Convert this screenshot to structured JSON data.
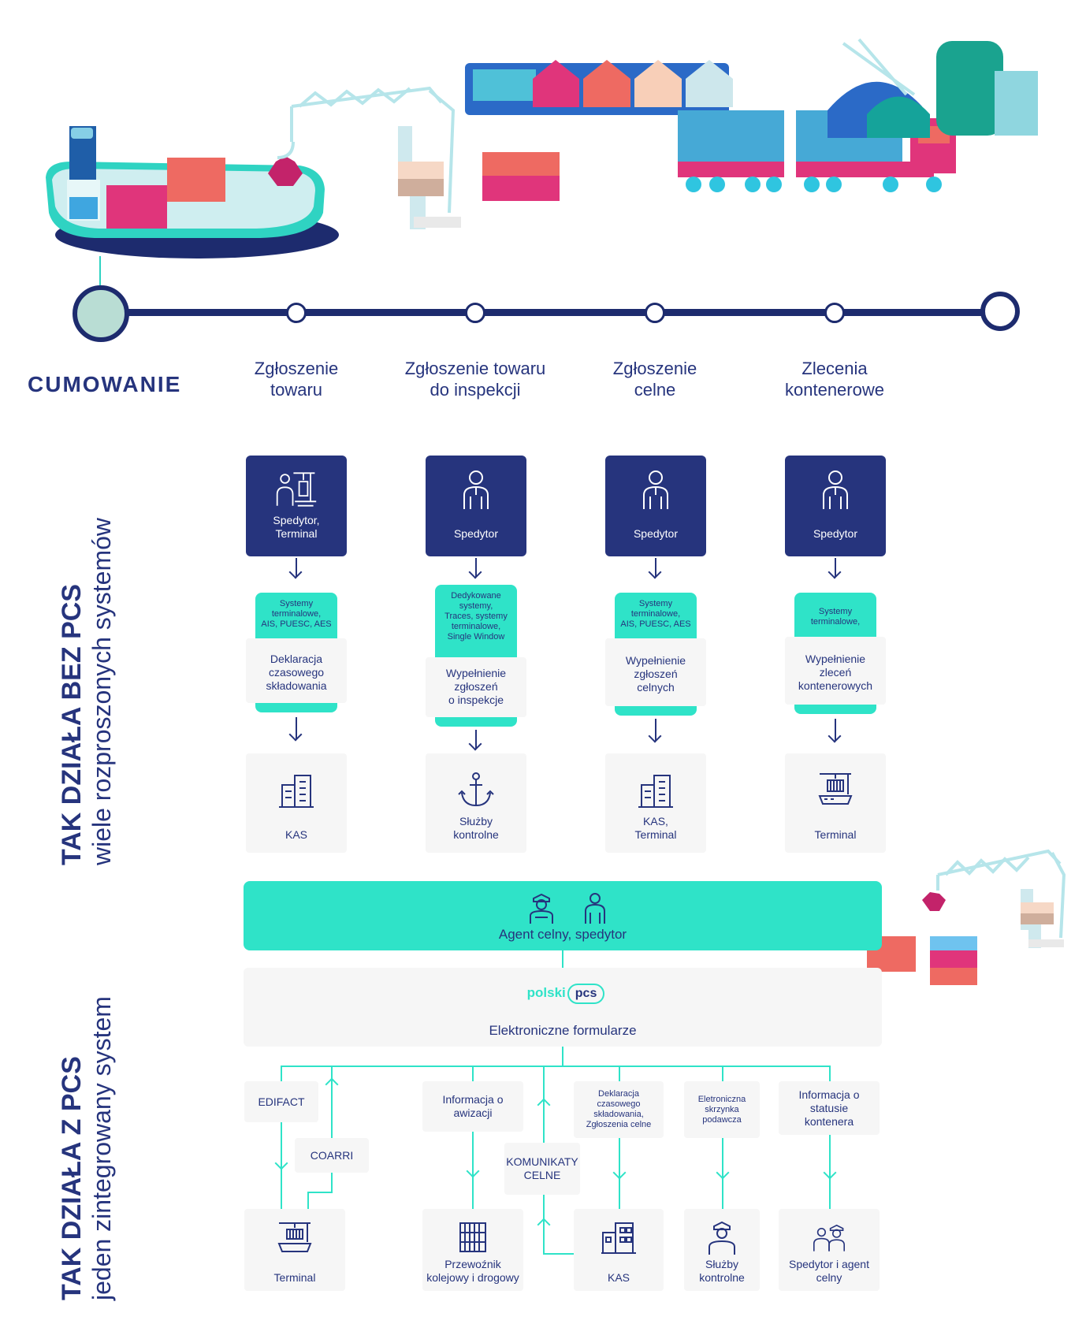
{
  "timeline": {
    "start_label": "CUMOWANIE",
    "steps": [
      {
        "label_l1": "Zgłoszenie",
        "label_l2": "towaru"
      },
      {
        "label_l1": "Zgłoszenie towaru",
        "label_l2": "do inspekcji"
      },
      {
        "label_l1": "Zgłoszenie",
        "label_l2": "celne"
      },
      {
        "label_l1": "Zlecenia",
        "label_l2": "kontenerowe"
      }
    ]
  },
  "section_no_pcs": {
    "title_bold": "TAK DZIAŁA BEZ PCS",
    "title_light": "wiele rozproszonych systemów",
    "columns": [
      {
        "actor_l1": "Spedytor,",
        "actor_l2": "Terminal",
        "actor_icon": "forwarder-terminal-icon",
        "system_lines": [
          "Systemy",
          "terminalowe,",
          "AIS, PUESC, AES"
        ],
        "doc_lines": [
          "Deklaracja",
          "czasowego",
          "składowania"
        ],
        "dest_lines": [
          "KAS"
        ],
        "dest_icon": "office-building-icon"
      },
      {
        "actor_l1": "Spedytor",
        "actor_l2": "",
        "actor_icon": "person-icon",
        "system_lines": [
          "Dedykowane",
          "systemy,",
          "Traces, systemy",
          "terminalowe,",
          "Single Window"
        ],
        "doc_lines": [
          "Wypełnienie",
          "zgłoszeń",
          "o inspekcje"
        ],
        "dest_lines": [
          "Służby",
          "kontrolne"
        ],
        "dest_icon": "anchor-icon"
      },
      {
        "actor_l1": "Spedytor",
        "actor_l2": "",
        "actor_icon": "person-icon",
        "system_lines": [
          "Systemy",
          "terminalowe,",
          "AIS, PUESC, AES"
        ],
        "doc_lines": [
          "Wypełnienie",
          "zgłoszeń",
          "celnych"
        ],
        "dest_lines": [
          "KAS,",
          "Terminal"
        ],
        "dest_icon": "office-building-icon"
      },
      {
        "actor_l1": "Spedytor",
        "actor_l2": "",
        "actor_icon": "person-icon",
        "system_lines": [
          "Systemy",
          "terminalowe,"
        ],
        "doc_lines": [
          "Wypełnienie",
          "zleceń",
          "kontenerowych"
        ],
        "dest_lines": [
          "Terminal"
        ],
        "dest_icon": "container-terminal-icon"
      }
    ]
  },
  "section_pcs": {
    "title_bold": "TAK DZIAŁA Z PCS",
    "title_light": "jeden zintegrowany system",
    "agent_label": "Agent celny, spedytor",
    "logo_text_a": "polski",
    "logo_text_b": "pcs",
    "panel_label": "Elektroniczne formularze",
    "tags": {
      "edifact": "EDIFACT",
      "coarri": "COARRI",
      "awizacja_l1": "Informacja o",
      "awizacja_l2": "awizacji",
      "komunikaty_l1": "KOMUNIKATY",
      "komunikaty_l2": "CELNE",
      "deklaracja_l1": "Deklaracja",
      "deklaracja_l2": "czasowego",
      "deklaracja_l3": "składowania,",
      "deklaracja_l4": "Zgłoszenia celne",
      "skrzynka_l1": "Eletroniczna",
      "skrzynka_l2": "skrzynka",
      "skrzynka_l3": "podawcza",
      "status_l1": "Informacja o",
      "status_l2": "statusie",
      "status_l3": "kontenera"
    },
    "destinations": [
      {
        "l1": "Terminal",
        "l2": ""
      },
      {
        "l1": "Przewoźnik",
        "l2": "kolejowy i drogowy"
      },
      {
        "l1": "KAS",
        "l2": ""
      },
      {
        "l1": "Służby",
        "l2": "kontrolne"
      },
      {
        "l1": "Spedytor i agent",
        "l2": "celny"
      }
    ]
  },
  "colors": {
    "navy": "#26347d",
    "teal": "#2fe3c8",
    "panel": "#f6f6f6"
  }
}
